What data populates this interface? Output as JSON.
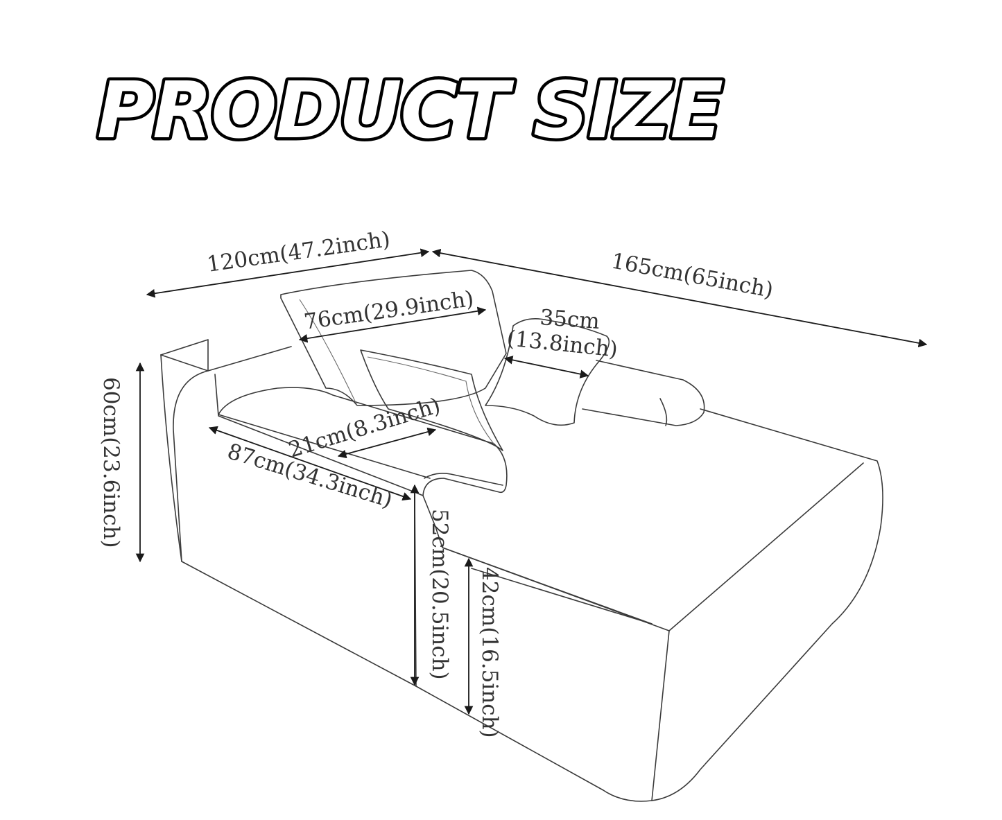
{
  "title": "PRODUCT SIZE",
  "colors": {
    "line": "#3a3a3a",
    "arrow": "#1a1a1a",
    "text": "#333333",
    "background": "#ffffff"
  },
  "dimensions": {
    "overall_width": "120cm(47.2inch)",
    "overall_length": "165cm(65inch)",
    "backrest_width": "76cm(29.9inch)",
    "pillow_width_cm": "35cm",
    "pillow_width_inch": "(13.8inch)",
    "overall_height": "60cm(23.6inch)",
    "armrest_width": "21cm(8.3inch)",
    "armrest_length": "87cm(34.3inch)",
    "armrest_height": "52cm(20.5inch)",
    "seat_height": "42cm(16.5inch)"
  }
}
